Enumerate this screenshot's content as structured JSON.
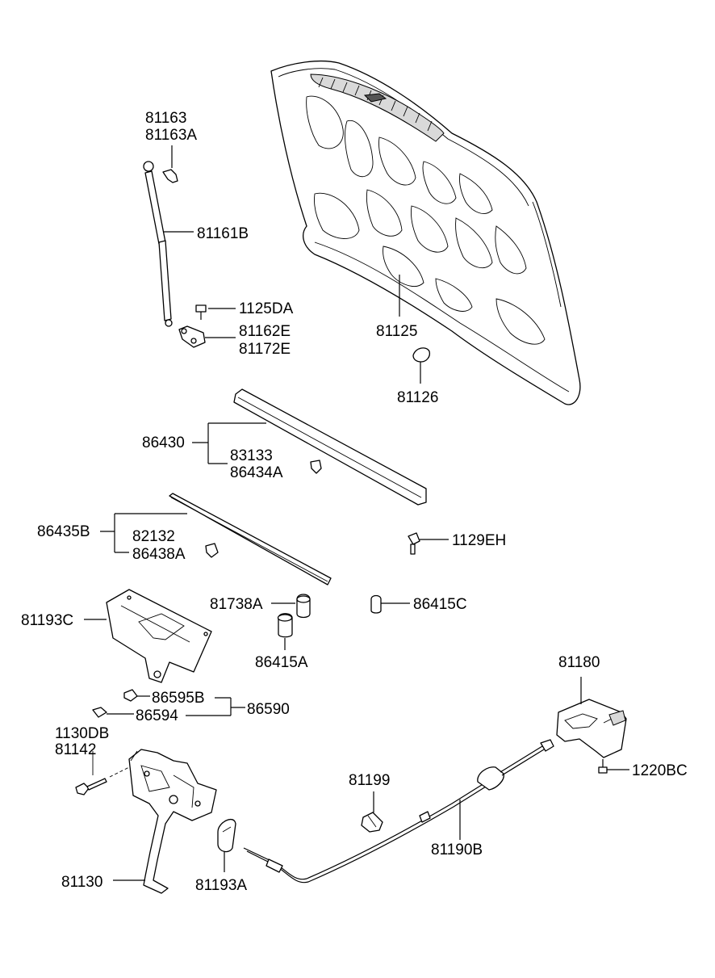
{
  "labels": {
    "p81163": "81163",
    "p81163a": "81163A",
    "p81161b": "81161B",
    "p1125da": "1125DA",
    "p81162e": "81162E",
    "p81172e": "81172E",
    "p81125": "81125",
    "p81126": "81126",
    "p86430": "86430",
    "p83133": "83133",
    "p86434a": "86434A",
    "p86435b": "86435B",
    "p82132": "82132",
    "p86438a": "86438A",
    "p1129eh": "1129EH",
    "p81193c": "81193C",
    "p81738a": "81738A",
    "p86415c": "86415C",
    "p86415a": "86415A",
    "p81180": "81180",
    "p86595b": "86595B",
    "p86594": "86594",
    "p86590": "86590",
    "p1130db": "1130DB",
    "p81142": "81142",
    "p81199": "81199",
    "p1220bc": "1220BC",
    "p81190b": "81190B",
    "p81130": "81130",
    "p81193a": "81193A"
  }
}
